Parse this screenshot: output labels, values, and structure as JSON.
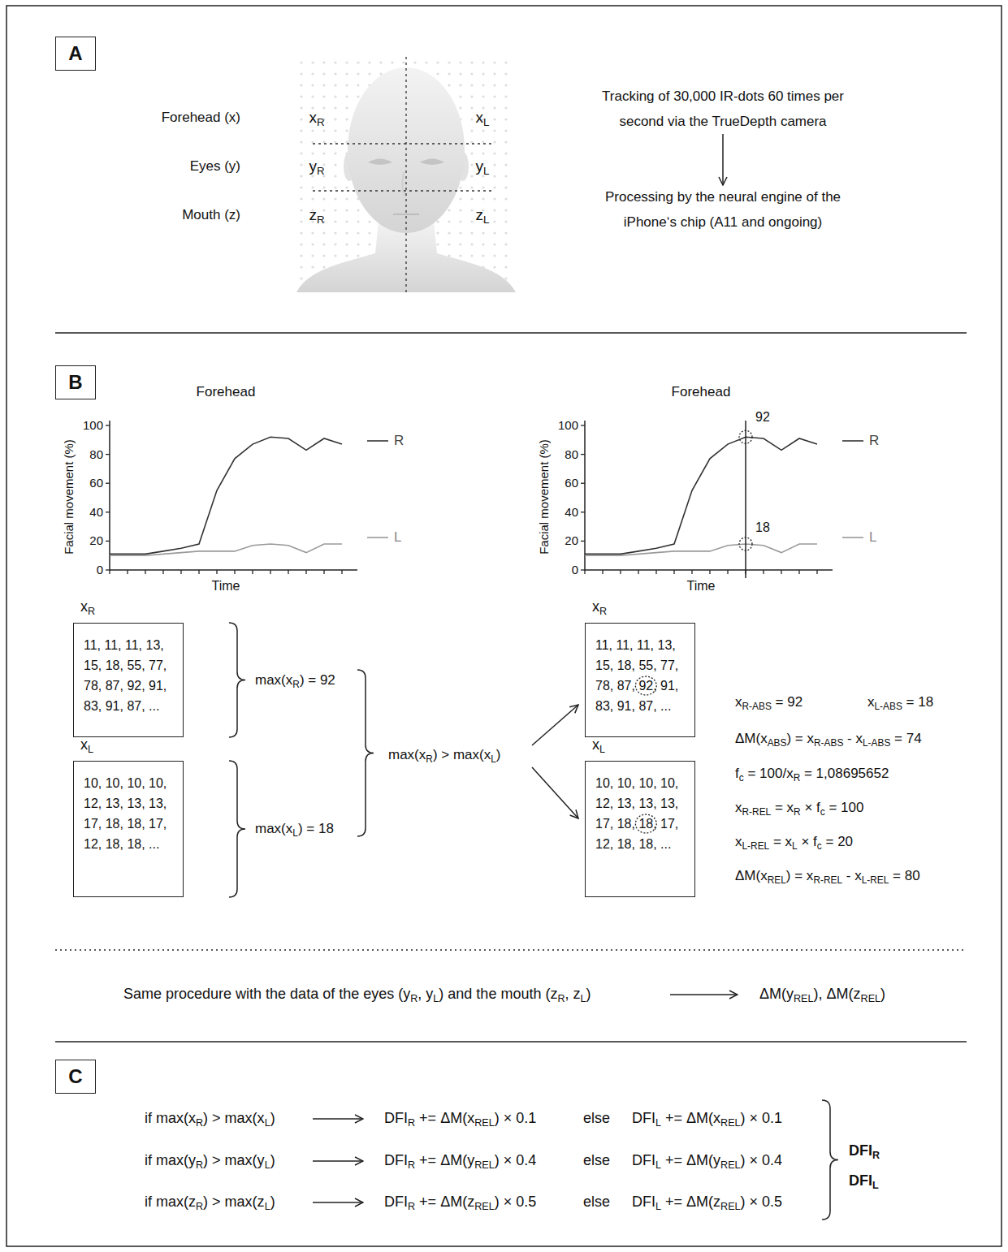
{
  "diagram": {
    "nodes": [
      {
        "text": [
          "A"
        ]
      },
      {
        "text": [
          "B"
        ]
      },
      {
        "text": [
          "xR",
          "11, 11, 11, 13, 15, 18, 55, 77, 78, 87, 92, 91, 83, 91, 87, ..."
        ]
      },
      {
        "text": [
          "xL",
          "10, 10, 10, 10, 12, 13, 13, 13, 17, 18, 18, 17, 12, 18, 18, ..."
        ]
      },
      {
        "text": [
          "xR",
          "11, 11, 11, 13, 15, 18, 55, 77, 78, 87, 92, 91, 83, 91, 87, ..."
        ]
      },
      {
        "text": [
          "xL",
          "10, 10, 10, 10, 12, 13, 13, 13, 17, 18, 18, 17, 12, 18, 18, ..."
        ]
      },
      {
        "text": [
          "C"
        ]
      }
    ],
    "labels": [
      "Forehead (x)",
      "Eyes (y)",
      "Mouth (z)",
      "xR",
      "xL",
      "yR",
      "yL",
      "zR",
      "zL",
      "Tracking of 30,000 IR-dots 60 times per second via the TrueDepth camera",
      "Processing by the neural engine of the iPhone‘s chip (A11 and ongoing)",
      "Forehead",
      "Facial movement (%)",
      "100",
      "80",
      "60",
      "40",
      "20",
      "0",
      "Time",
      "Forehead",
      "Facial movement (%)",
      "100",
      "80",
      "60",
      "40",
      "20",
      "0",
      "Time",
      "92",
      "18",
      "max(xR) = 92",
      "max(xL) = 18",
      "max(xR) > max(xL)",
      "xR-ABS = 92",
      "xL-ABS = 18",
      "ΔM(xABS) = xR-ABS - xL-ABS = 74",
      "fc = 100/xR = 1,08695652",
      "xR-REL = xR × fc = 100",
      "xL-REL = xL × fc = 20",
      "ΔM(xREL) = xR-REL - xL-REL = 80",
      "Same procedure with the data of the eyes (yR, yL) and the mouth (zR, zL)",
      "ΔM(yREL), ΔM(zREL)",
      "if max(xR) > max(xL)",
      "DFIR += ΔM(xREL) × 0.1",
      "else",
      "DFIL += ΔM(xREL) × 0.1",
      "if max(yR) > max(yL)",
      "DFIR += ΔM(yREL) × 0.4",
      "else",
      "DFIL += ΔM(yREL) × 0.4",
      "if max(zR) > max(zL)",
      "DFIR += ΔM(zREL) × 0.5",
      "else",
      "DFIL += ΔM(zREL) × 0.5",
      "DFIR",
      "DFIL"
    ],
    "legend": [
      {
        "text": "R"
      },
      {
        "text": "L"
      },
      {
        "text": "R"
      },
      {
        "text": "L"
      }
    ]
  }
}
